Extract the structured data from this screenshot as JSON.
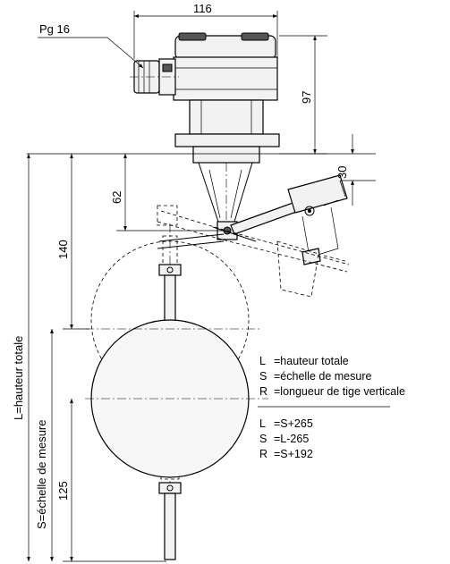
{
  "dimensions": {
    "pg": "Pg 16",
    "width_116": "116",
    "height_97": "97",
    "height_30": "30",
    "height_62": "62",
    "height_140": "140",
    "height_125": "125",
    "label_L": "L=hauteur totale",
    "label_S": "S=échelle de mesure"
  },
  "legend": {
    "definitions": [
      {
        "sym": "L",
        "text": "=hauteur totale"
      },
      {
        "sym": "S",
        "text": "=échelle de mesure"
      },
      {
        "sym": "R",
        "text": "=longueur de tige verticale"
      }
    ],
    "formulas": [
      {
        "sym": "L",
        "text": "=S+265"
      },
      {
        "sym": "S",
        "text": "=L-265"
      },
      {
        "sym": "R",
        "text": "=S+192"
      }
    ]
  }
}
